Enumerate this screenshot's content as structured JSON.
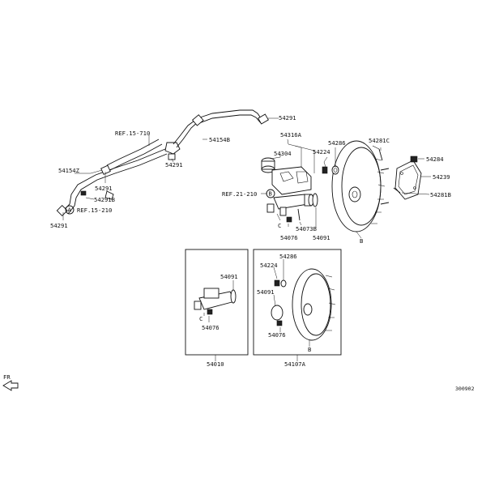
{
  "diagram": {
    "code": "300902",
    "fr_label": "FR",
    "labels": {
      "p54291_top": "54291",
      "p54316A": "54316A",
      "p54286_main": "54286",
      "p54224_main": "54224",
      "p54304": "54304",
      "p54281C": "54281C",
      "p54284": "54284",
      "p54239": "54239",
      "p54281B": "54281B",
      "ref15_710": "REF.15-710",
      "p54154B": "54154B",
      "p54291_mid": "54291",
      "p54154Z": "54154Z",
      "p54291_left": "54291",
      "p54291B": "54291B",
      "ref15_210": "REF.15-210",
      "callout_a1": "A",
      "p54291_bottom": "54291",
      "ref21_210": "REF.21-210",
      "callout_b1": "B",
      "c_main": "C",
      "p54073B": "54073B",
      "p54076_main": "54076",
      "p54091_main": "54091",
      "b_main": "B",
      "p54286_box": "54286",
      "p54224_box": "54224",
      "p54091_box2": "54091",
      "p54076_box2": "54076",
      "b_box": "B",
      "p54107A": "54107A",
      "p54091_box1": "54091",
      "c_box": "C",
      "p54076_box1": "54076",
      "p54010": "54010"
    }
  }
}
